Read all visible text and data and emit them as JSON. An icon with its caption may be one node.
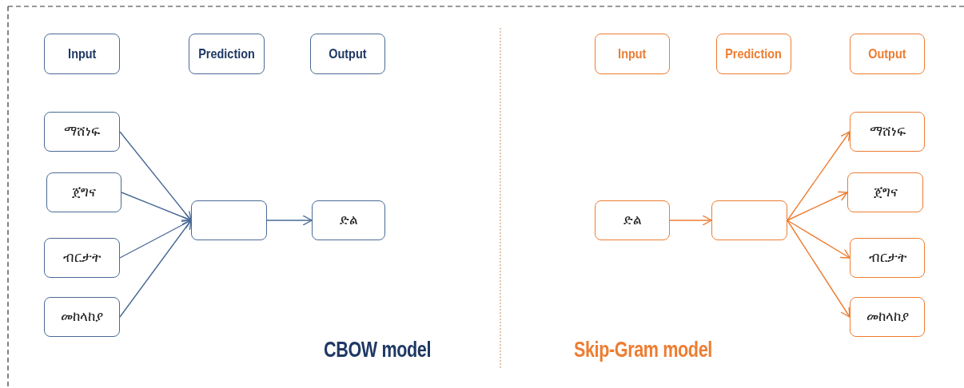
{
  "diagram": {
    "nodes": [
      {
        "text": [
          "Input"
        ]
      },
      {
        "text": [
          "Prediction"
        ]
      },
      {
        "text": [
          "Output"
        ]
      },
      {
        "text": [
          "ማሸነፍ"
        ]
      },
      {
        "text": [
          "ጀግና"
        ]
      },
      {
        "text": [
          "ብርታት"
        ]
      },
      {
        "text": [
          "መከላከያ"
        ]
      },
      {
        "text": [],
        "shape": "box"
      },
      {
        "text": [
          "ድል"
        ]
      },
      {
        "text": [
          "Input"
        ]
      },
      {
        "text": [
          "Prediction"
        ]
      },
      {
        "text": [
          "Output"
        ]
      },
      {
        "text": [
          "ድል"
        ]
      },
      {
        "text": [],
        "shape": "box"
      },
      {
        "text": [
          "ማሸነፍ"
        ]
      },
      {
        "text": [
          "ጀግና"
        ]
      },
      {
        "text": [
          "ብርታት"
        ]
      },
      {
        "text": [
          "መከላከያ"
        ]
      }
    ],
    "edges": [
      {
        "from": 3,
        "to": 7,
        "arrow": "to"
      },
      {
        "from": 4,
        "to": 7,
        "arrow": "to"
      },
      {
        "from": 5,
        "to": 7,
        "arrow": "to"
      },
      {
        "from": 6,
        "to": 7,
        "arrow": "to"
      },
      {
        "from": 7,
        "to": 8,
        "arrow": "to"
      },
      {
        "from": 12,
        "to": 13,
        "arrow": "to",
        "color": "#ed7d31"
      },
      {
        "from": 13,
        "to": 14,
        "arrow": "to",
        "color": "#ed7d31"
      },
      {
        "from": 13,
        "to": 15,
        "arrow": "to",
        "color": "#ed7d31"
      },
      {
        "from": 13,
        "to": 16,
        "arrow": "to",
        "color": "#ed7d31"
      },
      {
        "from": 13,
        "to": 17,
        "arrow": "to",
        "color": "#ed7d31"
      }
    ],
    "labels": [
      "CBOW model",
      "Skip-Gram model"
    ]
  }
}
